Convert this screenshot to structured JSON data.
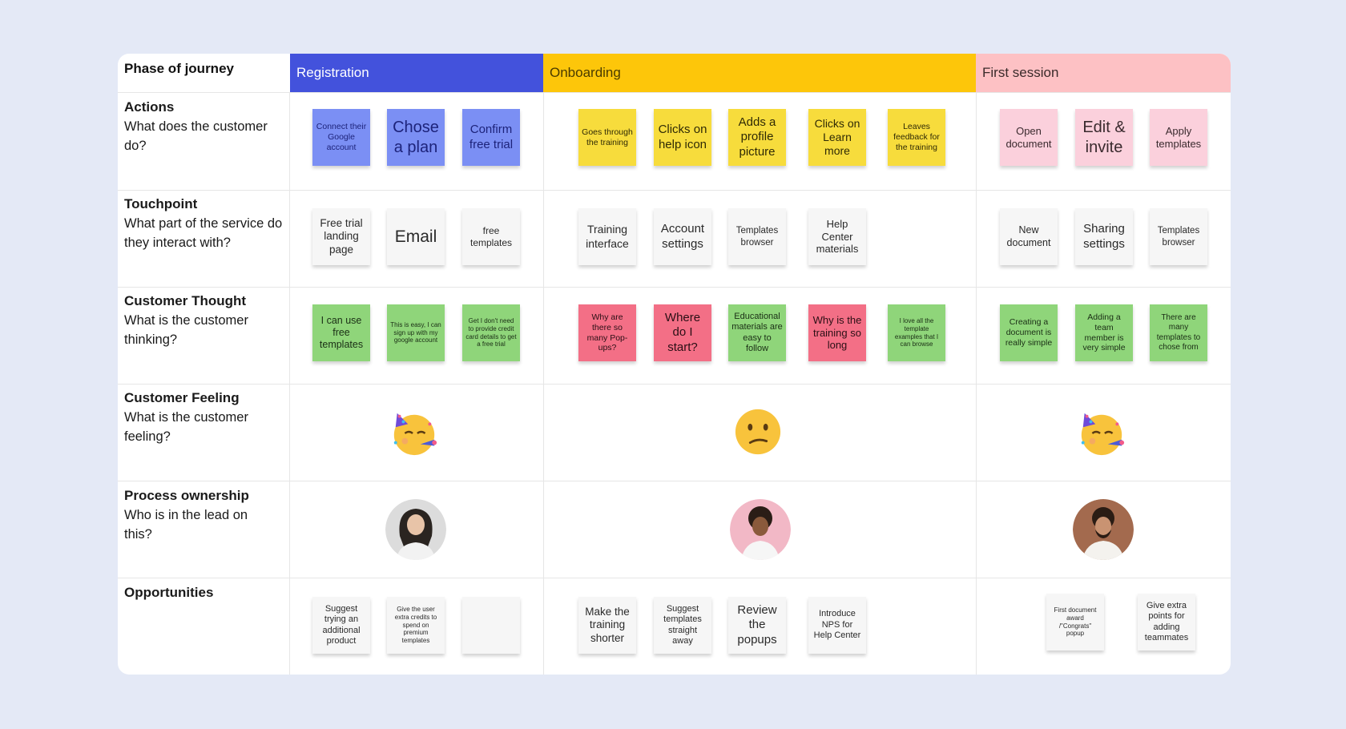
{
  "header": {
    "label": "Phase of journey",
    "phases": [
      {
        "label": "Registration",
        "color": "#4352dc"
      },
      {
        "label": "Onboarding",
        "color": "#fdc60a"
      },
      {
        "label": "First session",
        "color": "#fdc1c4"
      }
    ]
  },
  "rows": [
    {
      "title": "Actions",
      "question": "What does the customer do?"
    },
    {
      "title": "Touchpoint",
      "question": "What part of the service do they interact with?"
    },
    {
      "title": "Customer Thought",
      "question": "What is the customer thinking?"
    },
    {
      "title": "Customer Feeling",
      "question": "What is the customer feeling?"
    },
    {
      "title": "Process ownership",
      "question": "Who is in the lead on this?"
    },
    {
      "title": "Opportunities",
      "question": ""
    }
  ],
  "notes": {
    "actions": {
      "registration": [
        "Connect their Google account",
        "Chose a plan",
        "Confirm free trial"
      ],
      "onboarding": [
        "Goes through the training",
        "Clicks on help icon",
        "Adds a profile picture",
        "Clicks on Learn more",
        "Leaves feedback for the training"
      ],
      "first_session": [
        "Open document",
        "Edit & invite",
        "Apply templates"
      ]
    },
    "touchpoint": {
      "registration": [
        "Free trial landing page",
        "Email",
        "free templates"
      ],
      "onboarding": [
        "Training interface",
        "Account settings",
        "Templates browser",
        "Help Center materials"
      ],
      "first_session": [
        "New document",
        "Sharing settings",
        "Templates browser"
      ]
    },
    "thought": {
      "registration": [
        "I can use free templates",
        "This is easy, I can sign up with my google account",
        "Get I don't need to provide credit card details to get a free trial"
      ],
      "onboarding": [
        "Why are there so many Pop-ups?",
        "Where do I start?",
        "Educational materials are easy to follow",
        "Why is the training so long",
        "I love all the template examples that I can browse"
      ],
      "first_session": [
        "Creating a document is really simple",
        "Adding a team member is very simple",
        "There are many templates to chose from"
      ]
    },
    "opportunities": {
      "registration": [
        "Suggest trying an additional product",
        "Give the user extra credits to spend on premium templates",
        ""
      ],
      "onboarding": [
        "Make the training shorter",
        "Suggest templates straight away",
        "Review the popups",
        "Introduce NPS for Help Center"
      ],
      "first_session": [
        "First document award /\"Congrats\" popup",
        "Give extra points for adding teammates"
      ]
    }
  },
  "feelings": {
    "registration": "partying-face",
    "onboarding": "confused-face",
    "first_session": "partying-face"
  },
  "owners": {
    "registration": "avatar-woman-long-hair",
    "onboarding": "avatar-woman-curly-hair",
    "first_session": "avatar-man-beard"
  }
}
